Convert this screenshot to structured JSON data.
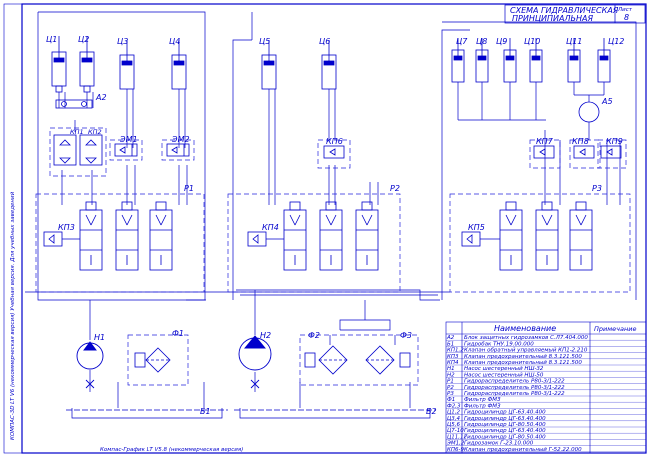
{
  "title_block": {
    "title_line1": "СХЕМА ГИДРАВЛИЧЕСКАЯ",
    "title_line2": "ПРИНЦИПИАЛЬНАЯ",
    "sheet_label": "Лист",
    "sheet_no": "8"
  },
  "cylinders": [
    "Ц1",
    "Ц2",
    "Ц3",
    "Ц4",
    "Ц5",
    "Ц6",
    "Ц7",
    "Ц8",
    "Ц9",
    "Ц10",
    "Ц11",
    "Ц12"
  ],
  "components": {
    "accumulator": "А2",
    "motor": "А5",
    "check_valves": [
      "КП1",
      "КП2"
    ],
    "em_valves": [
      "ЭМ1",
      "ЭМ2"
    ],
    "valves_kp6": "КП6",
    "valves_kp7": "КП7",
    "valves_kp8": "КП8",
    "valves_kp9": "КП9",
    "relief_valves": [
      "КП3",
      "КП4",
      "КП5"
    ],
    "distributors": [
      "Р1",
      "Р2",
      "Р3"
    ],
    "pumps": [
      "Н1",
      "Н2"
    ],
    "filters": [
      "Ф1",
      "Ф2",
      "Ф3"
    ],
    "tanks": [
      "Б1",
      "Б2"
    ]
  },
  "parts_table": {
    "header_name": "Наименование",
    "header_note": "Примечание",
    "rows": [
      {
        "pos": "А2",
        "name": "Блок защитных гидрозамков",
        "code": "С.Л7.404.000"
      },
      {
        "pos": "Б1",
        "name": "Гидробак",
        "code": "ТНУ.19.00.000"
      },
      {
        "pos": "КП1,2",
        "name": "Клапан обратный управляемый",
        "code": "КП1-2.210"
      },
      {
        "pos": "КП3",
        "name": "Клапан предохранительный",
        "code": "8.3.121.500"
      },
      {
        "pos": "КП4",
        "name": "Клапан предохранительный",
        "code": "8.3.121.500"
      },
      {
        "pos": "Н1",
        "name": "Насос шестеренный",
        "code": "НШ-32"
      },
      {
        "pos": "Н2",
        "name": "Насос шестеренный",
        "code": "НШ-50"
      },
      {
        "pos": "Р1",
        "name": "Гидрораспределитель",
        "code": "Р80-3/1-222"
      },
      {
        "pos": "Р2",
        "name": "Гидрораспределитель",
        "code": "Р80-3/1-222"
      },
      {
        "pos": "Р3",
        "name": "Гидрораспределитель",
        "code": "Р80-3/1-222"
      },
      {
        "pos": "Ф1",
        "name": "Фильтр",
        "code": "ФМЗ"
      },
      {
        "pos": "Ф2,3",
        "name": "Фильтр",
        "code": "ФМЗ"
      },
      {
        "pos": "Ц1,2",
        "name": "Гидроцилиндр",
        "code": "ЦГ-63.40.400"
      },
      {
        "pos": "Ц3,4",
        "name": "Гидроцилиндр",
        "code": "ЦГ-63.40.400"
      },
      {
        "pos": "Ц5,6",
        "name": "Гидроцилиндр",
        "code": "ЦГ-80.50.400"
      },
      {
        "pos": "Ц7-10",
        "name": "Гидроцилиндр",
        "code": "ЦГ-63.40.400"
      },
      {
        "pos": "Ц11,12",
        "name": "Гидроцилиндр",
        "code": "ЦГ-80.50.400"
      },
      {
        "pos": "ЭМ1,2",
        "name": "Гидрозамок",
        "code": "Г-23.10.000"
      },
      {
        "pos": "КП6-9",
        "name": "Клапан предохранительный",
        "code": "Г-52.22.000"
      }
    ]
  },
  "side_text": "КОМПАС-3D LT V6 (некоммерческая версия)  Учебная версия. Для учебных заведений",
  "bottom_text": "Компас-График LT V5.8 (некоммерческая версия)",
  "colors": {
    "ink": "#0000cc",
    "dash": "#2222dd",
    "paper": "#ffffff"
  }
}
